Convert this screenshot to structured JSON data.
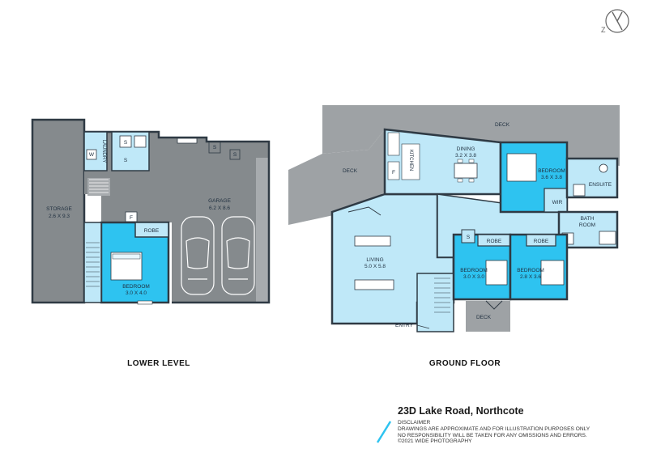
{
  "levels": {
    "lower": "LOWER LEVEL",
    "ground": "GROUND FLOOR"
  },
  "lower_rooms": {
    "storage": {
      "name": "STORAGE",
      "dims": "2.6 X 9.3"
    },
    "laundry": {
      "name": "LAUNDRY"
    },
    "garage": {
      "name": "GARAGE",
      "dims": "6.2 X 8.6"
    },
    "bedroom": {
      "name": "BEDROOM",
      "dims": "3.0 X 4.0"
    },
    "robe": {
      "name": "ROBE"
    },
    "s1": "S",
    "s2": "S",
    "s3": "S",
    "s4": "S",
    "f": "F",
    "w": "W"
  },
  "ground_rooms": {
    "deck_top": "DECK",
    "deck_left": "DECK",
    "deck_bottom": "DECK",
    "kitchen": "KITCHEN",
    "dining": {
      "name": "DINING",
      "dims": "3.2 X 3.8"
    },
    "bedroom1": {
      "name": "BEDROOM",
      "dims": "3.6 X 3.8"
    },
    "ensuite": "ENSUITE",
    "wir": "WIR",
    "bath": {
      "line1": "BATH",
      "line2": "ROOM"
    },
    "living": {
      "name": "LIVING",
      "dims": "5.0 X 5.8"
    },
    "bedroom2": {
      "name": "BEDROOM",
      "dims": "3.0 X 3.0"
    },
    "bedroom3": {
      "name": "BEDROOM",
      "dims": "2.8 X 3.6"
    },
    "robe1": "ROBE",
    "robe2": "ROBE",
    "s": "S",
    "f": "F",
    "entry": "ENTRY"
  },
  "footer": {
    "address": "23D Lake Road, Northcote",
    "disclaimer": [
      "DISCLAIMER",
      "DRAWINGS ARE APPROXIMATE AND FOR ILLUSTRATION PURPOSES ONLY",
      "NO RESPONSIBILITY WILL BE TAKEN FOR ANY OMISSIONS AND ERRORS.",
      "©2021 WIDE PHOTOGRAPHY"
    ]
  },
  "colors": {
    "blue": "#2ec3f0",
    "light_blue": "#bfe8f8",
    "grey": "#858a8d",
    "deck_grey": "#9ea2a5",
    "wall": "#2f3a44"
  },
  "icons": {
    "compass": "north-compass-icon",
    "slash": "logo-slash-icon"
  }
}
